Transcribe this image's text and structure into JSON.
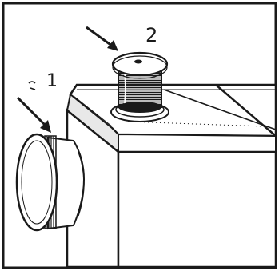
{
  "diagram": {
    "callouts": [
      {
        "label": "1",
        "target": "handwheel"
      },
      {
        "label": "2",
        "target": "thread-spool"
      }
    ],
    "colors": {
      "ink": "#1a1a1a",
      "paper": "#ffffff",
      "shade": "#d6d6d6"
    }
  }
}
